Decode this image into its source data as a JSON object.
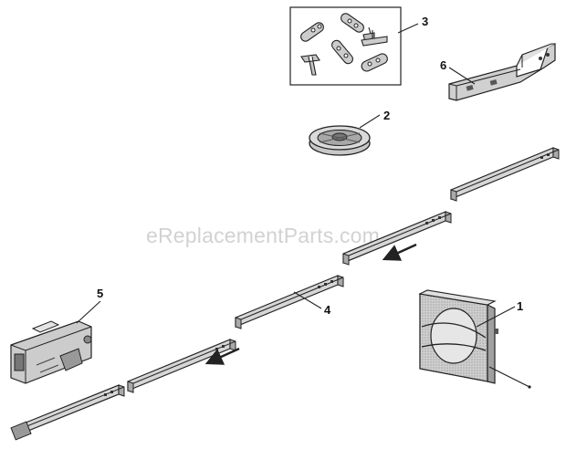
{
  "watermark": "eReplacementParts.com",
  "parts": [
    {
      "callout": "1",
      "name": "cover-wheel-assembly"
    },
    {
      "callout": "2",
      "name": "pulley"
    },
    {
      "callout": "3",
      "name": "chain-link-hardware-set"
    },
    {
      "callout": "4",
      "name": "rail-sections"
    },
    {
      "callout": "5",
      "name": "trolley"
    },
    {
      "callout": "6",
      "name": "header-bracket"
    }
  ],
  "colors": {
    "line": "#222222",
    "rail_fill": "#d6d6d6",
    "part_fill": "#c8c8c8",
    "watermark": "#d2d2d2"
  }
}
